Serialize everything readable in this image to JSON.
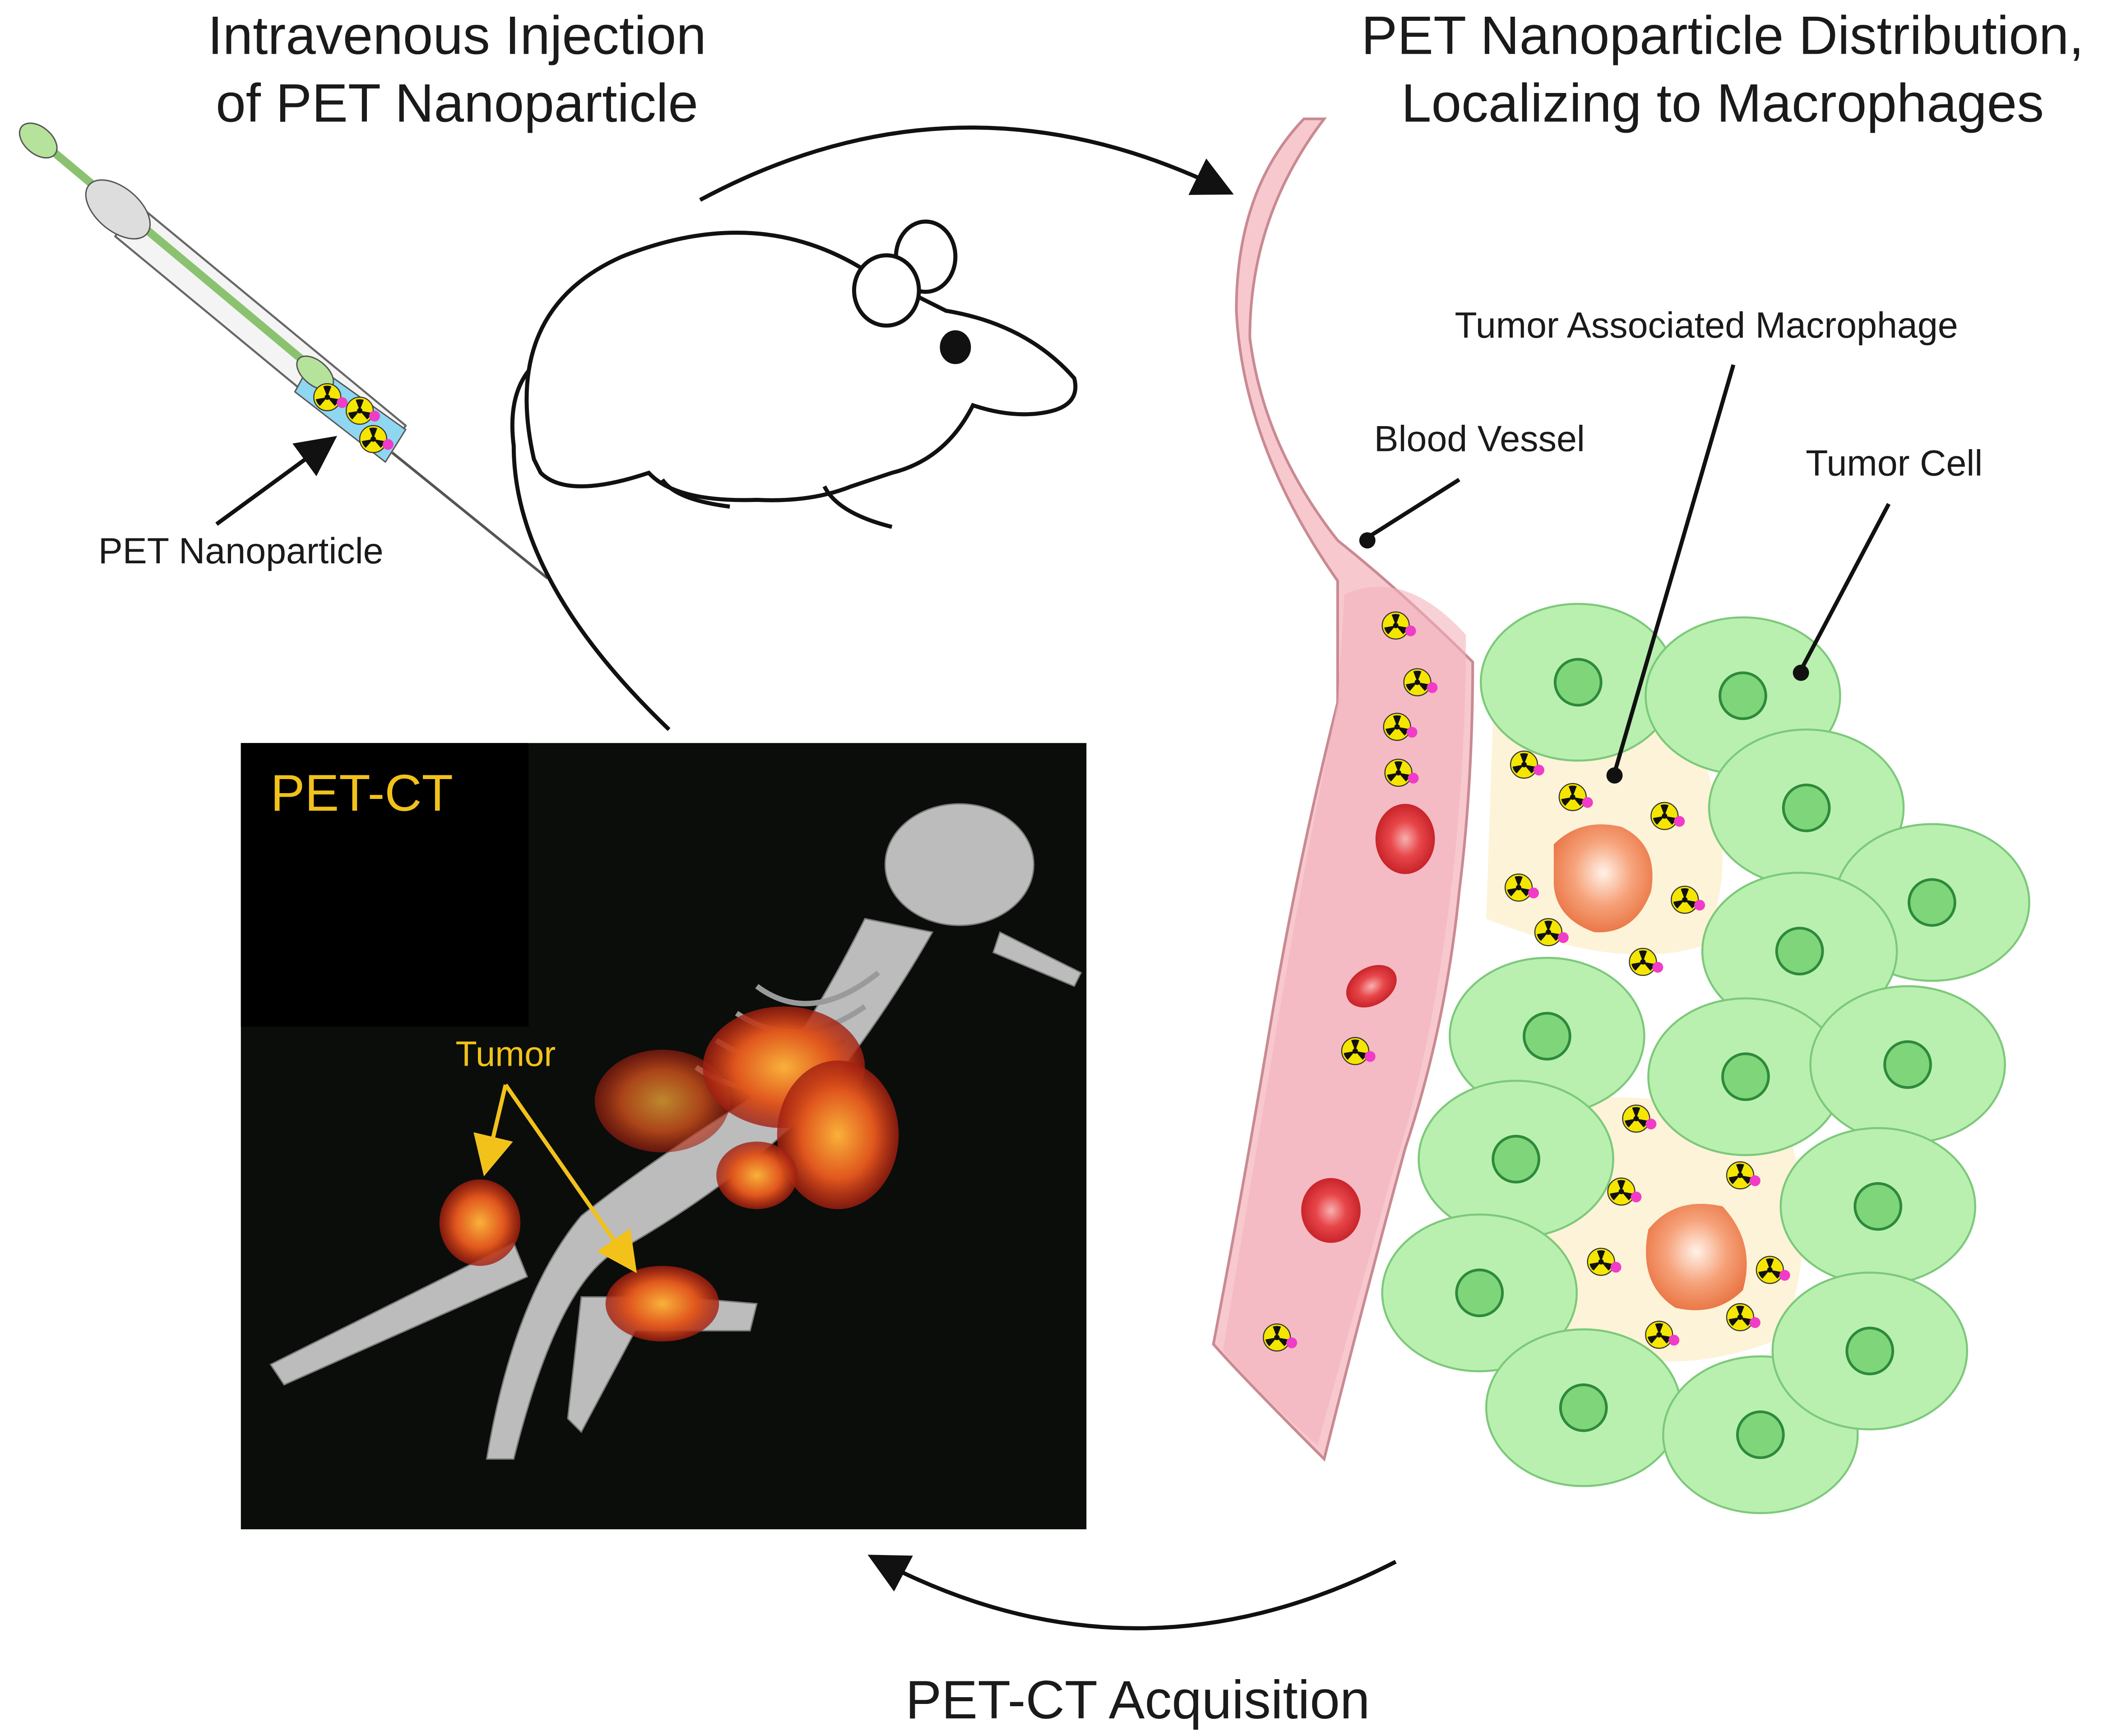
{
  "injection": {
    "title_line1": "Intravenous Injection",
    "title_line2": "of PET Nanoparticle",
    "syringe_label": "PET Nanoparticle"
  },
  "distribution": {
    "title_line1": "PET Nanoparticle Distribution,",
    "title_line2": "Localizing to Macrophages",
    "labels": {
      "macrophage": "Tumor Associated Macrophage",
      "vessel": "Blood Vessel",
      "tumor_cell": "Tumor Cell"
    }
  },
  "imaging": {
    "panel_label": "PET-CT",
    "tumor_label": "Tumor"
  },
  "acquisition": {
    "title": "PET-CT Acquisition"
  },
  "colors": {
    "vessel": "#f7c9cf",
    "tumor_cell": "#b9f0b0",
    "nucleus": "#7fd67a",
    "macrophage": "#f08a55",
    "nanoparticle": "#f5e600",
    "accent": "#f2c21b"
  }
}
